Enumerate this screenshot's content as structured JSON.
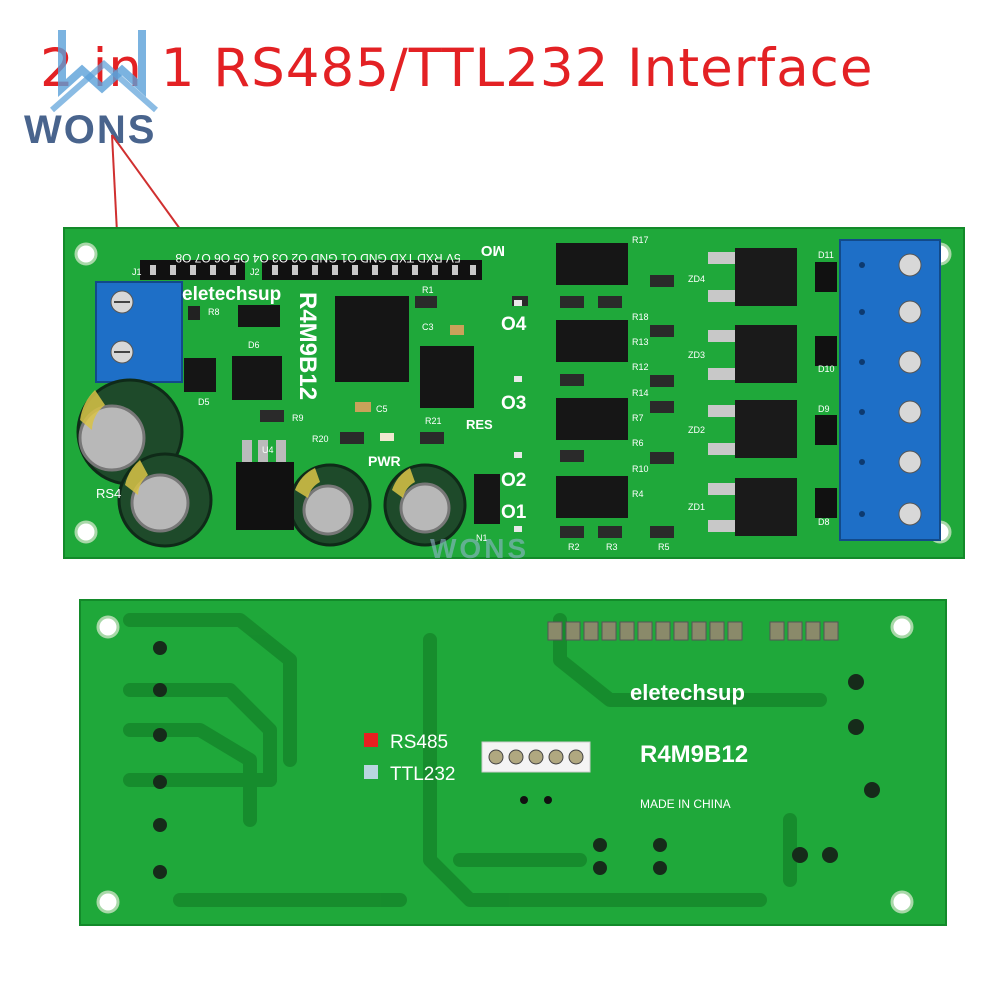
{
  "headline": "2 in 1 RS485/TTL232 Interface",
  "logo": {
    "text": "WONS"
  },
  "watermark": {
    "text": "WONS"
  },
  "board_top": {
    "brand": "eletechsup",
    "model": "R4M9B12",
    "header_labels": "5V RXD TXD GND O1 GND O2 O3 O4 O5 O6 O7 O8",
    "mo_label": "MO",
    "pwr_label": "PWR",
    "res_label": "RES",
    "rs_label": "RS4",
    "channels": [
      "O4",
      "O3",
      "O2",
      "O1"
    ],
    "refs": [
      "R1",
      "C3",
      "C5",
      "R8",
      "R9",
      "D5",
      "D6",
      "U4",
      "R20",
      "R21",
      "N1",
      "R17",
      "R18",
      "R13",
      "R12",
      "R14",
      "R7",
      "R6",
      "R10",
      "R4",
      "R2",
      "R3",
      "R5",
      "ZD4",
      "ZD3",
      "ZD2",
      "ZD1",
      "D11",
      "D10",
      "D9",
      "D8",
      "J1",
      "J2"
    ]
  },
  "board_bottom": {
    "brand": "eletechsup",
    "model": "R4M9B12",
    "made_in": "MADE IN CHINA",
    "options": [
      {
        "label": "RS485",
        "color": "#e82020"
      },
      {
        "label": "TTL232",
        "color": "#b9d6e0"
      }
    ]
  },
  "colors": {
    "pcb": "#1fa83a",
    "pcb_dark": "#168a2c",
    "terminal": "#1e6fc7",
    "headline": "#e32124"
  }
}
